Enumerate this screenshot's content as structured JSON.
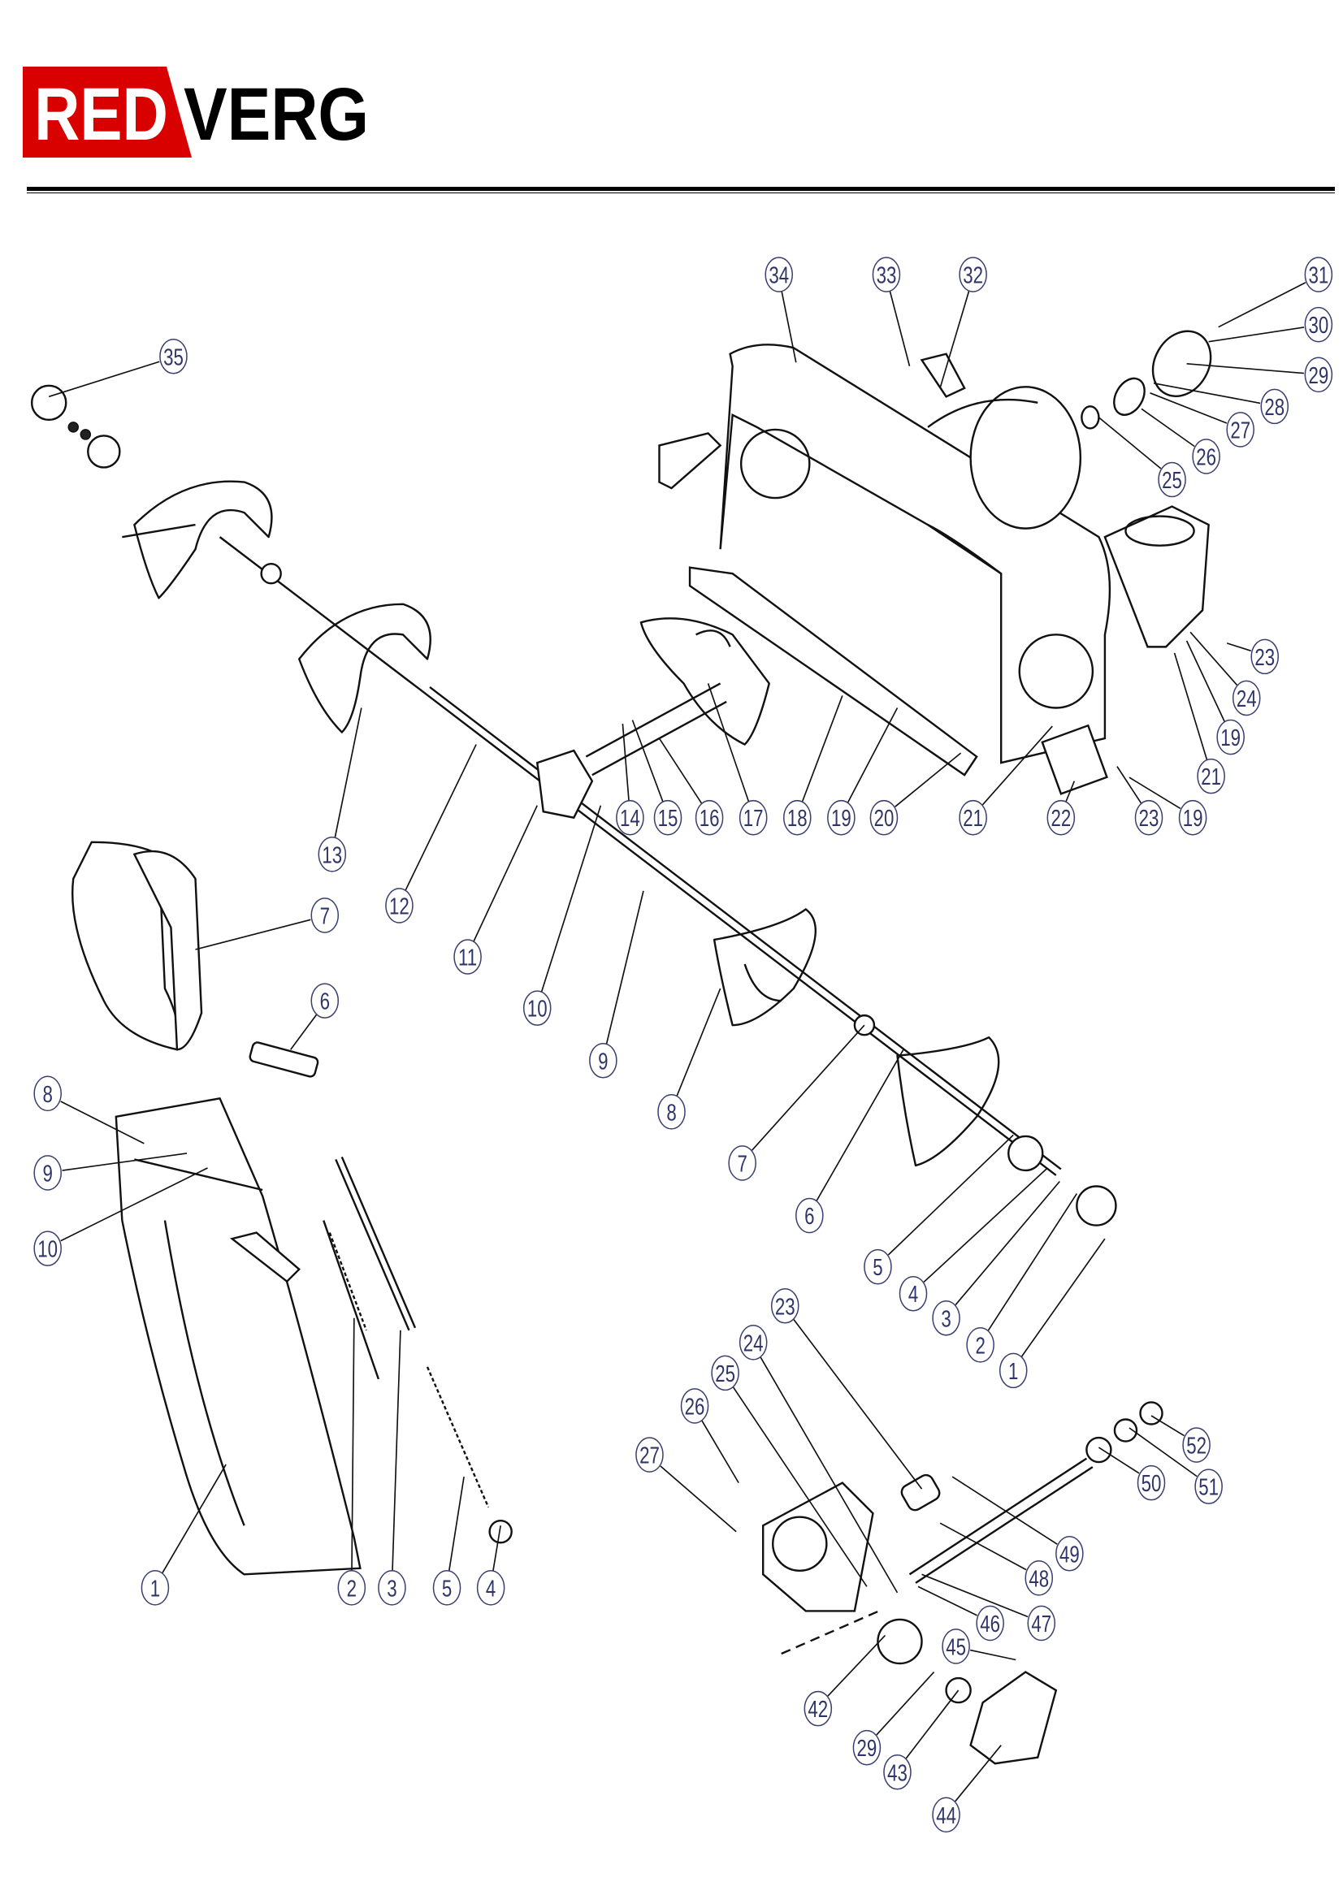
{
  "logo": {
    "part1": "RED",
    "part2": "VERG",
    "red": "#d90000"
  },
  "callouts": [
    "35",
    "34",
    "33",
    "32",
    "31",
    "30",
    "29",
    "28",
    "27",
    "26",
    "25",
    "23",
    "24",
    "19",
    "21",
    "13",
    "12",
    "11",
    "10",
    "9",
    "8",
    "7",
    "6",
    "5",
    "4",
    "3",
    "2",
    "1",
    "14",
    "15",
    "16",
    "17",
    "18",
    "19",
    "20",
    "21",
    "22",
    "23",
    "19",
    "7",
    "6",
    "8",
    "9",
    "10",
    "1",
    "2",
    "3",
    "5",
    "4",
    "23",
    "24",
    "25",
    "26",
    "27",
    "52",
    "51",
    "50",
    "49",
    "48",
    "47",
    "46",
    "45",
    "42",
    "29",
    "43",
    "44"
  ]
}
